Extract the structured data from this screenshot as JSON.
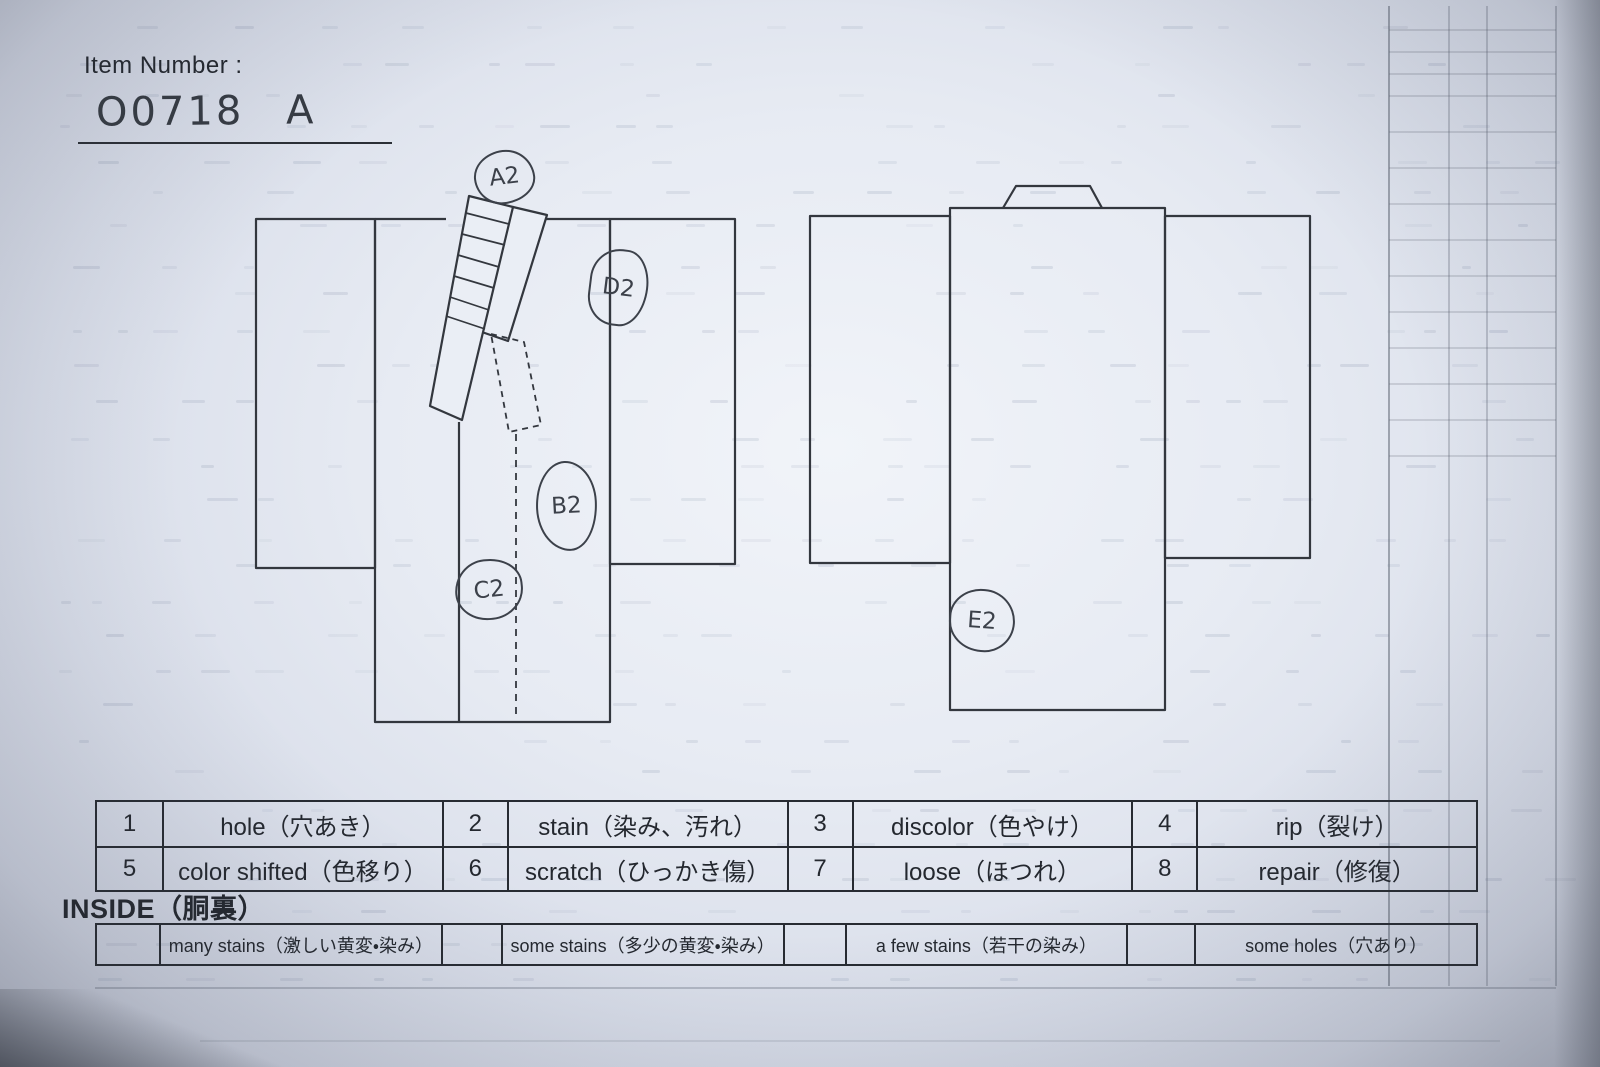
{
  "header": {
    "label": "Item Number :",
    "value": "O0718 A"
  },
  "markers": {
    "front": [
      "A2",
      "D2",
      "B2",
      "C2"
    ],
    "back": [
      "E2"
    ]
  },
  "legend": {
    "rows": [
      [
        {
          "num": "1",
          "label": "hole（穴あき）"
        },
        {
          "num": "2",
          "label": "stain（染み、汚れ）"
        },
        {
          "num": "3",
          "label": "discolor（色やけ）"
        },
        {
          "num": "4",
          "label": "rip（裂け）"
        }
      ],
      [
        {
          "num": "5",
          "label": "color shifted（色移り）"
        },
        {
          "num": "6",
          "label": "scratch（ひっかき傷）"
        },
        {
          "num": "7",
          "label": "loose（ほつれ）"
        },
        {
          "num": "8",
          "label": "repair（修復）"
        }
      ]
    ]
  },
  "inside": {
    "title": "INSIDE（胴裏）",
    "options": [
      {
        "label": "many stains（激しい黄変・染み）"
      },
      {
        "label": "some stains（多少の黄変・染み）"
      },
      {
        "label": "a few stains（若干の染み）"
      },
      {
        "label": "some holes（穴あり）"
      }
    ]
  },
  "colors": {
    "ink": "#2b2f36",
    "handwriting": "#3c414a",
    "paper": "#e7ebf3"
  }
}
